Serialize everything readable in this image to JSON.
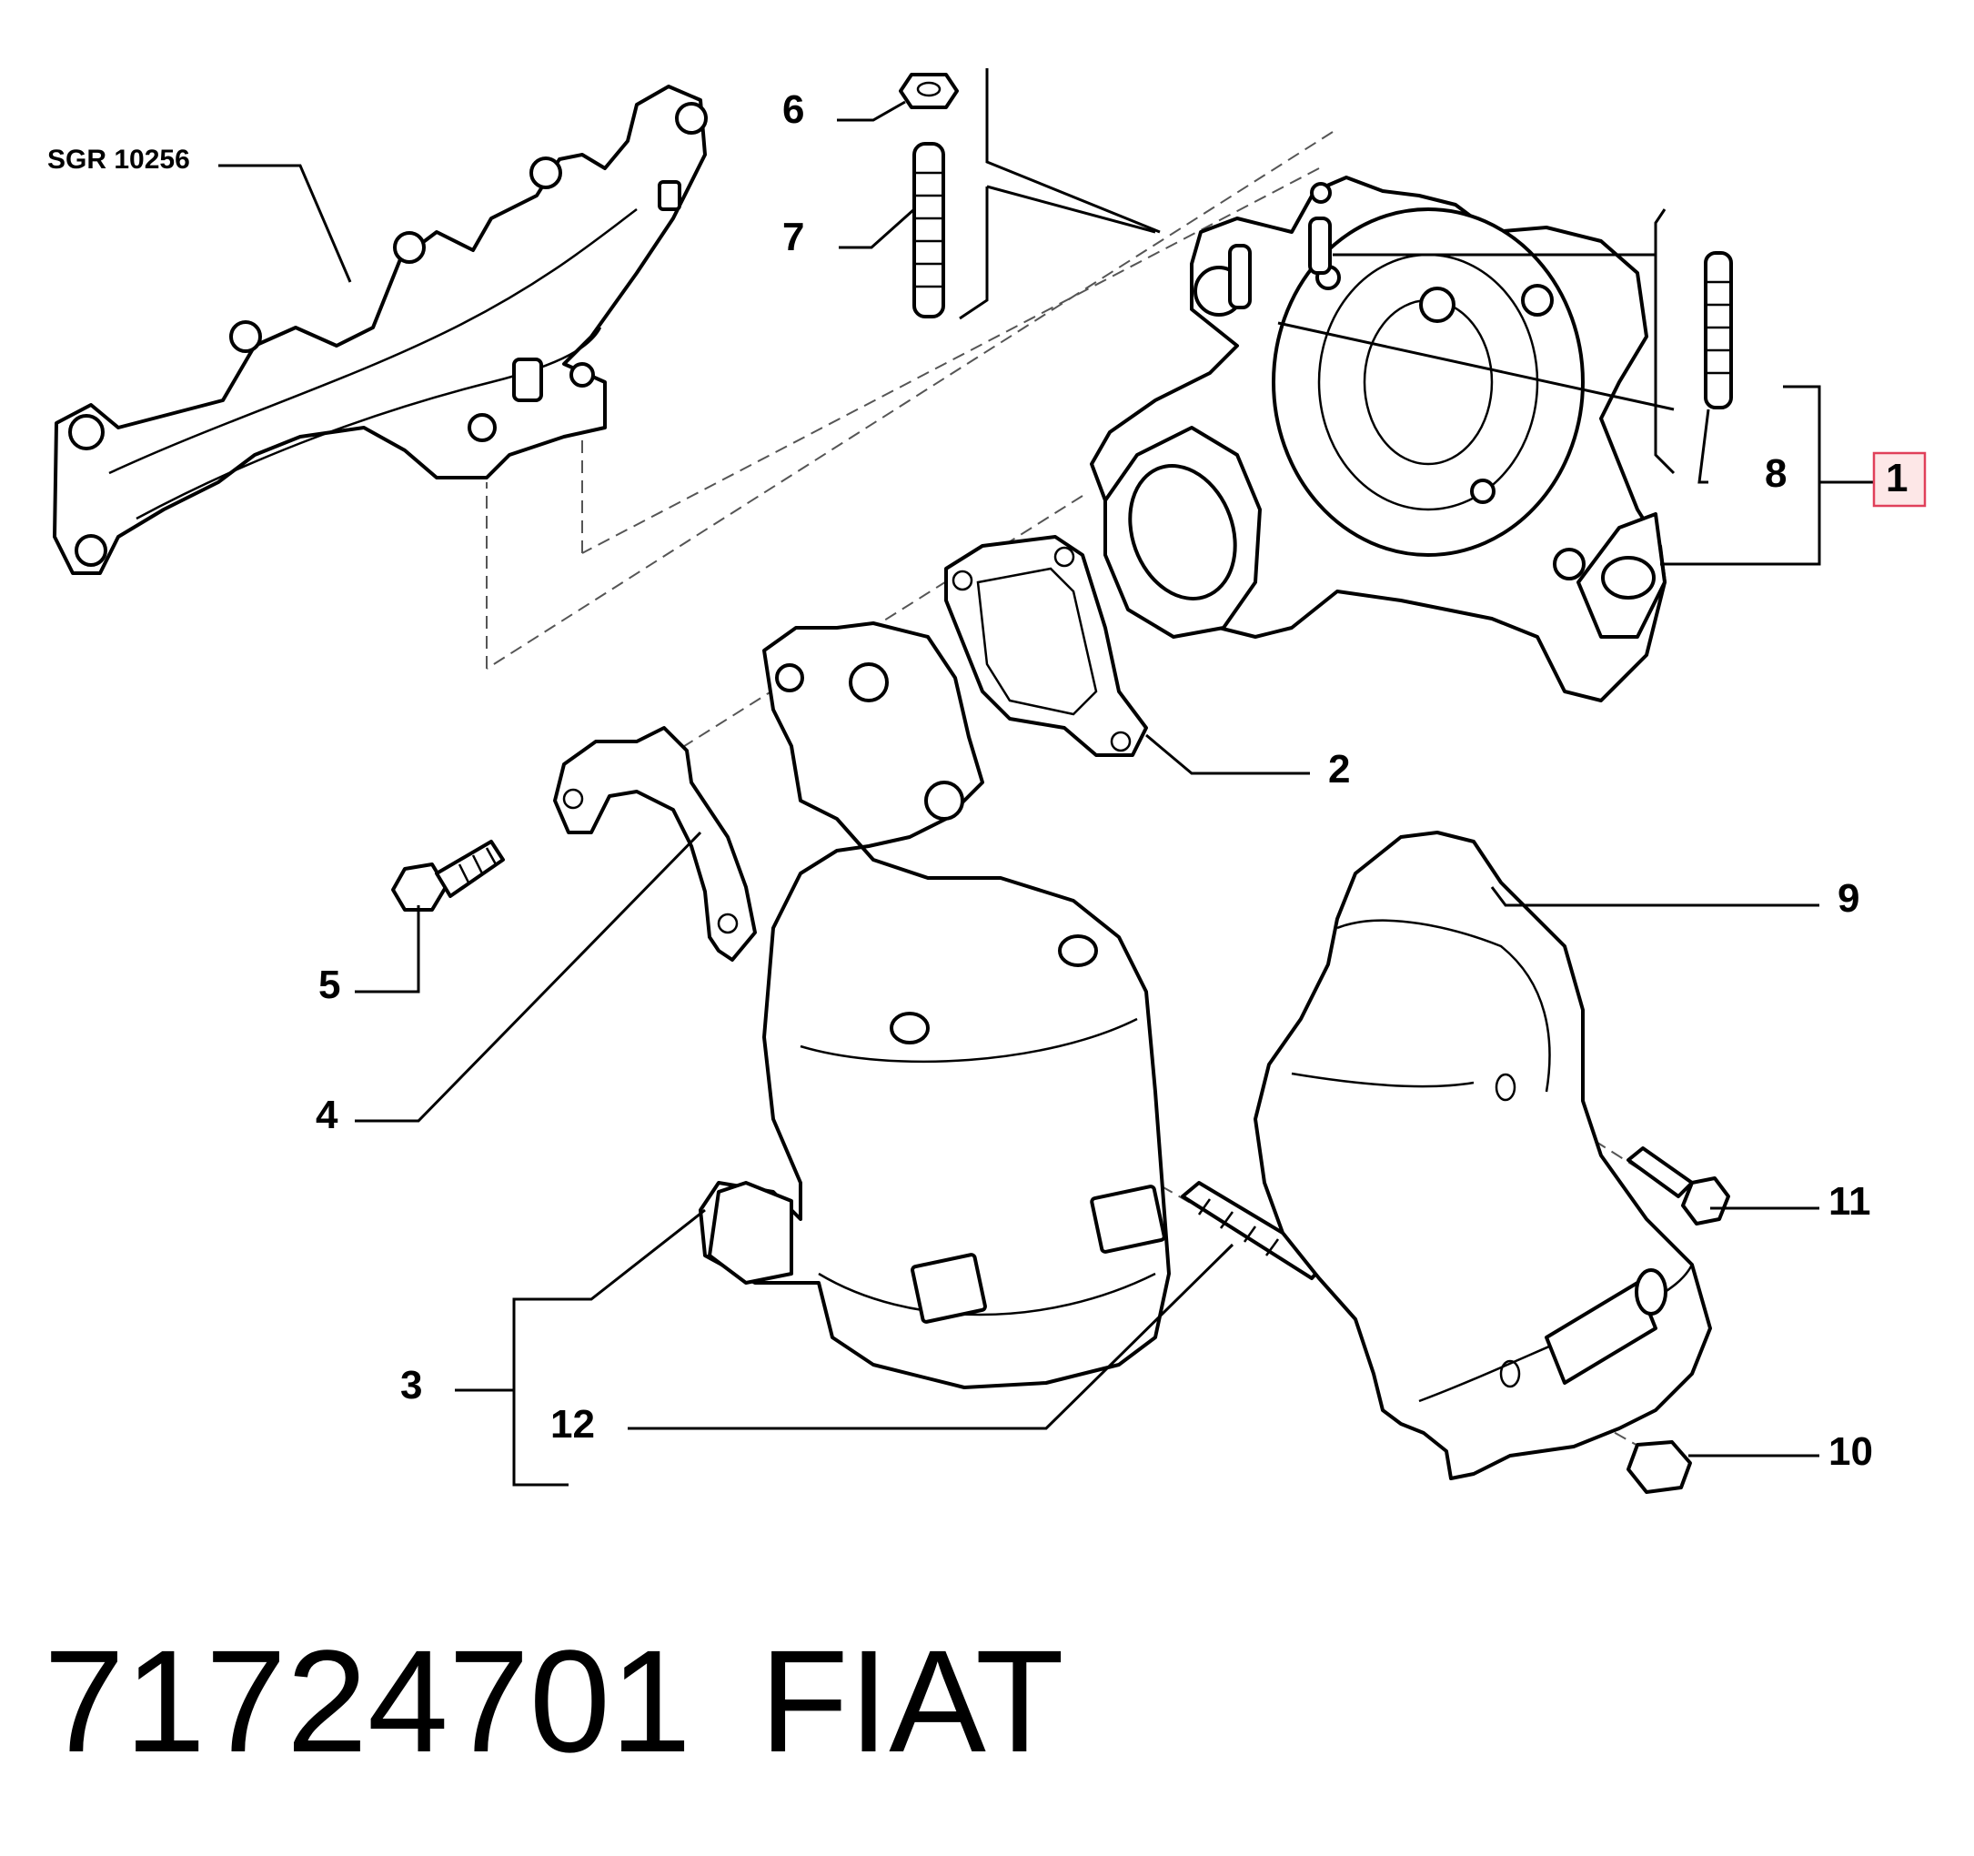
{
  "diagram": {
    "reference_label": "SGR 10256",
    "callouts": {
      "c1": "1",
      "c2": "2",
      "c3": "3",
      "c4": "4",
      "c5": "5",
      "c6": "6",
      "c7": "7",
      "c8": "8",
      "c9": "9",
      "c10": "10",
      "c11": "11",
      "c12": "12"
    },
    "highlighted_callout": "1",
    "highlight_color": "#e0405a"
  },
  "footer": {
    "part_number": "71724701",
    "brand": "FIAT"
  }
}
